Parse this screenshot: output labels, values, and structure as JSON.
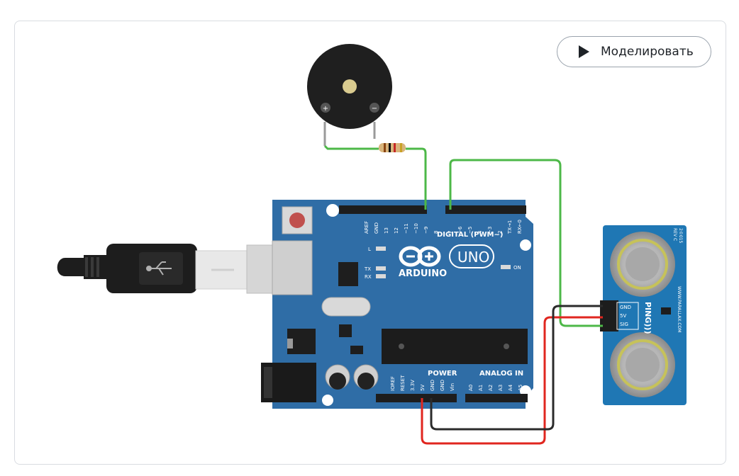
{
  "toolbar": {
    "simulate_label": "Моделировать",
    "simulate_icon": "play-icon"
  },
  "board": {
    "brand": "ARDUINO",
    "model": "UNO",
    "digital_header": "DIGITAL (PWM~)",
    "power_header": "POWER",
    "analog_header": "ANALOG IN",
    "led_l": "L",
    "led_tx": "TX",
    "led_rx": "RX",
    "led_on": "ON",
    "digital_pins": [
      "AREF",
      "GND",
      "13",
      "12",
      "~11",
      "~10",
      "~9",
      "8",
      "7",
      "~6",
      "~5",
      "4",
      "~3",
      "2",
      "TX→1",
      "RX←0"
    ],
    "power_pins": [
      "IOREF",
      "RESET",
      "3.3V",
      "5V",
      "GND",
      "GND",
      "Vin"
    ],
    "analog_pins": [
      "A0",
      "A1",
      "A2",
      "A3",
      "A4",
      "A5"
    ]
  },
  "sensor": {
    "brand": "PING)))",
    "website": "WWW.PARALLAX.COM",
    "year": "2©015",
    "rev": "REV C",
    "pin_labels": [
      "GND",
      "5V",
      "SIG"
    ]
  },
  "buzzer": {
    "plus": "+",
    "minus": "−"
  },
  "colors": {
    "pcb": "#2f6da6",
    "wire_green": "#4db848",
    "wire_red": "#e0261f",
    "wire_black": "#2b2b2b",
    "sensor_pcb": "#1f77b4"
  }
}
